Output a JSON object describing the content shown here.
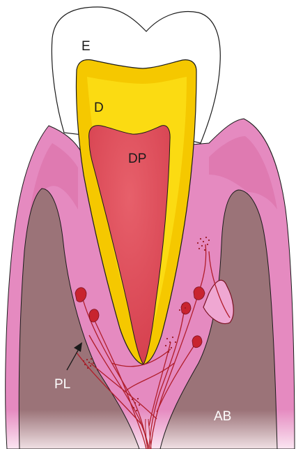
{
  "labels": {
    "enamel": "E",
    "dentin": "D",
    "dental_pulp": "DP",
    "periodontal_ligament": "PL",
    "alveolar_bone": "AB"
  },
  "colors": {
    "enamel": "#ffffff",
    "dentin": "#f5c800",
    "dentin_core": "#fde21a",
    "pulp": "#e05560",
    "gingiva": "#e58ac0",
    "gingiva_dark": "#d7659f",
    "ligament": "#e68ec4",
    "bone": "#9b7378",
    "bone_dark": "#876067",
    "nerve": "#b01d2a",
    "outline": "#1a1a1a"
  },
  "icons": [
    "arrow-icon"
  ]
}
